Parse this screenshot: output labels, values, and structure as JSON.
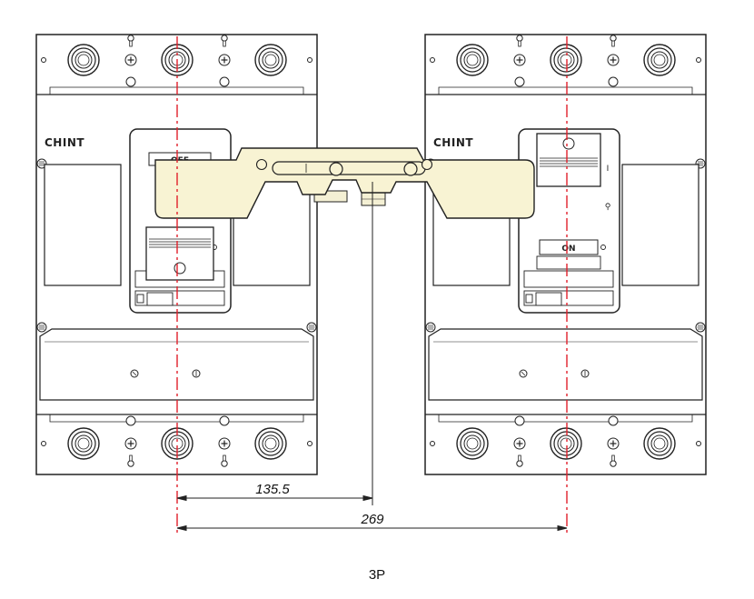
{
  "brand_label": "CHINT",
  "left_breaker": {
    "handle_position": "OFF",
    "handle_label": "OFF"
  },
  "right_breaker": {
    "handle_position": "ON",
    "handle_label": "ON",
    "on_mark": "I"
  },
  "dimensions": {
    "half_spacing": "135.5",
    "full_spacing": "269"
  },
  "caption": "3P",
  "colors": {
    "interlock_fill": "#f8f3d3",
    "centerline": "#e0202a",
    "outline": "#222222"
  }
}
